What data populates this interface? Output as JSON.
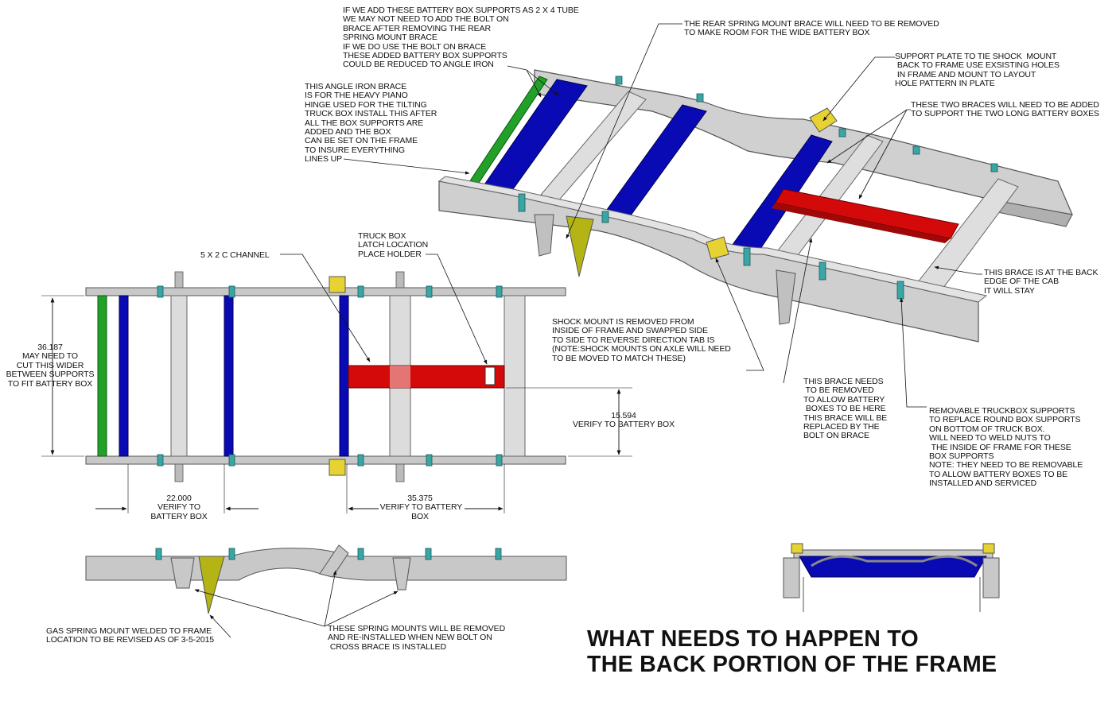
{
  "title": {
    "line1": "WHAT NEEDS TO HAPPEN TO",
    "line2": "THE BACK PORTION OF THE FRAME"
  },
  "notes": {
    "battery_box_supports": "IF WE ADD THESE BATTERY BOX SUPPORTS AS 2 X 4 TUBE\nWE MAY NOT NEED TO ADD THE BOLT ON\nBRACE AFTER REMOVING THE REAR\nSPRING MOUNT BRACE\nIF WE DO USE THE BOLT ON BRACE\nTHESE ADDED BATTERY BOX SUPPORTS\nCOULD BE REDUCED TO ANGLE IRON",
    "angle_iron_brace": "THIS ANGLE IRON BRACE\nIS FOR THE HEAVY PIANO\nHINGE USED FOR THE TILTING\nTRUCK BOX INSTALL THIS AFTER\nALL THE BOX SUPPORTS ARE\nADDED AND THE BOX\nCAN BE SET ON THE FRAME\nTO INSURE EVERYTHING\nLINES UP",
    "rear_spring_mount": "THE REAR SPRING MOUNT BRACE WILL NEED TO BE REMOVED\nTO MAKE ROOM FOR THE WIDE BATTERY BOX",
    "support_plate": "SUPPORT PLATE TO TIE SHOCK  MOUNT\n BACK TO FRAME USE EXSISTING HOLES\n IN FRAME AND MOUNT TO LAYOUT\nHOLE PATTERN IN PLATE",
    "two_braces": "THESE TWO BRACES WILL NEED TO BE ADDED\nTO SUPPORT THE TWO LONG BATTERY BOXES",
    "cab_brace": "THIS BRACE IS AT THE BACK\nEDGE OF THE CAB\nIT WILL STAY",
    "channel": "5 X 2 C CHANNEL",
    "latch": "TRUCK BOX\nLATCH LOCATION\nPLACE HOLDER",
    "shock_mount": "SHOCK MOUNT IS REMOVED FROM\nINSIDE OF FRAME AND SWAPPED SIDE\nTO SIDE TO REVERSE DIRECTION TAB IS\n(NOTE:SHOCK MOUNTS ON AXLE WILL NEED\nTO BE MOVED TO MATCH THESE)",
    "brace_removed": "THIS BRACE NEEDS\n TO BE REMOVED\nTO ALLOW BATTERY\n BOXES TO BE HERE\nTHIS BRACE WILL BE\nREPLACED BY THE\nBOLT ON BRACE",
    "removable_supports": "REMOVABLE TRUCKBOX SUPPORTS\nTO REPLACE ROUND BOX SUPPORTS\nON BOTTOM OF TRUCK BOX.\nWILL NEED TO WELD NUTS TO\n THE INSIDE OF FRAME FOR THESE\nBOX SUPPORTS\nNOTE: THEY NEED TO BE REMOVABLE\nTO ALLOW BATTERY BOXES TO BE\nINSTALLED AND SERVICED",
    "gas_spring": "GAS SPRING MOUNT WELDED TO FRAME\nLOCATION TO BE REVISED AS OF 3-5-2015",
    "spring_mounts": "THESE SPRING MOUNTS WILL BE REMOVED\nAND RE-INSTALLED WHEN NEW BOLT ON\n CROSS BRACE IS INSTALLED"
  },
  "dimensions": {
    "width": "36.187\nMAY NEED TO\nCUT THIS WIDER\nBETWEEN SUPPORTS\nTO FIT BATTERY BOX",
    "offset": "15.594\nVERIFY TO BATTERY BOX",
    "spacing_a": "22.000\nVERIFY TO\nBATTERY BOX",
    "spacing_b": "35.375\n VERIFY TO BATTERY\nBOX"
  },
  "colors": {
    "frame": "#c8c8c8",
    "frame_edge": "#555555",
    "added_brace": "#0a0ab4",
    "angle_iron": "#22a02a",
    "bolt_on_brace": "#d40a0a",
    "tab": "#3aa5a5",
    "plate": "#e6d232",
    "gas_mount": "#b4b414"
  }
}
